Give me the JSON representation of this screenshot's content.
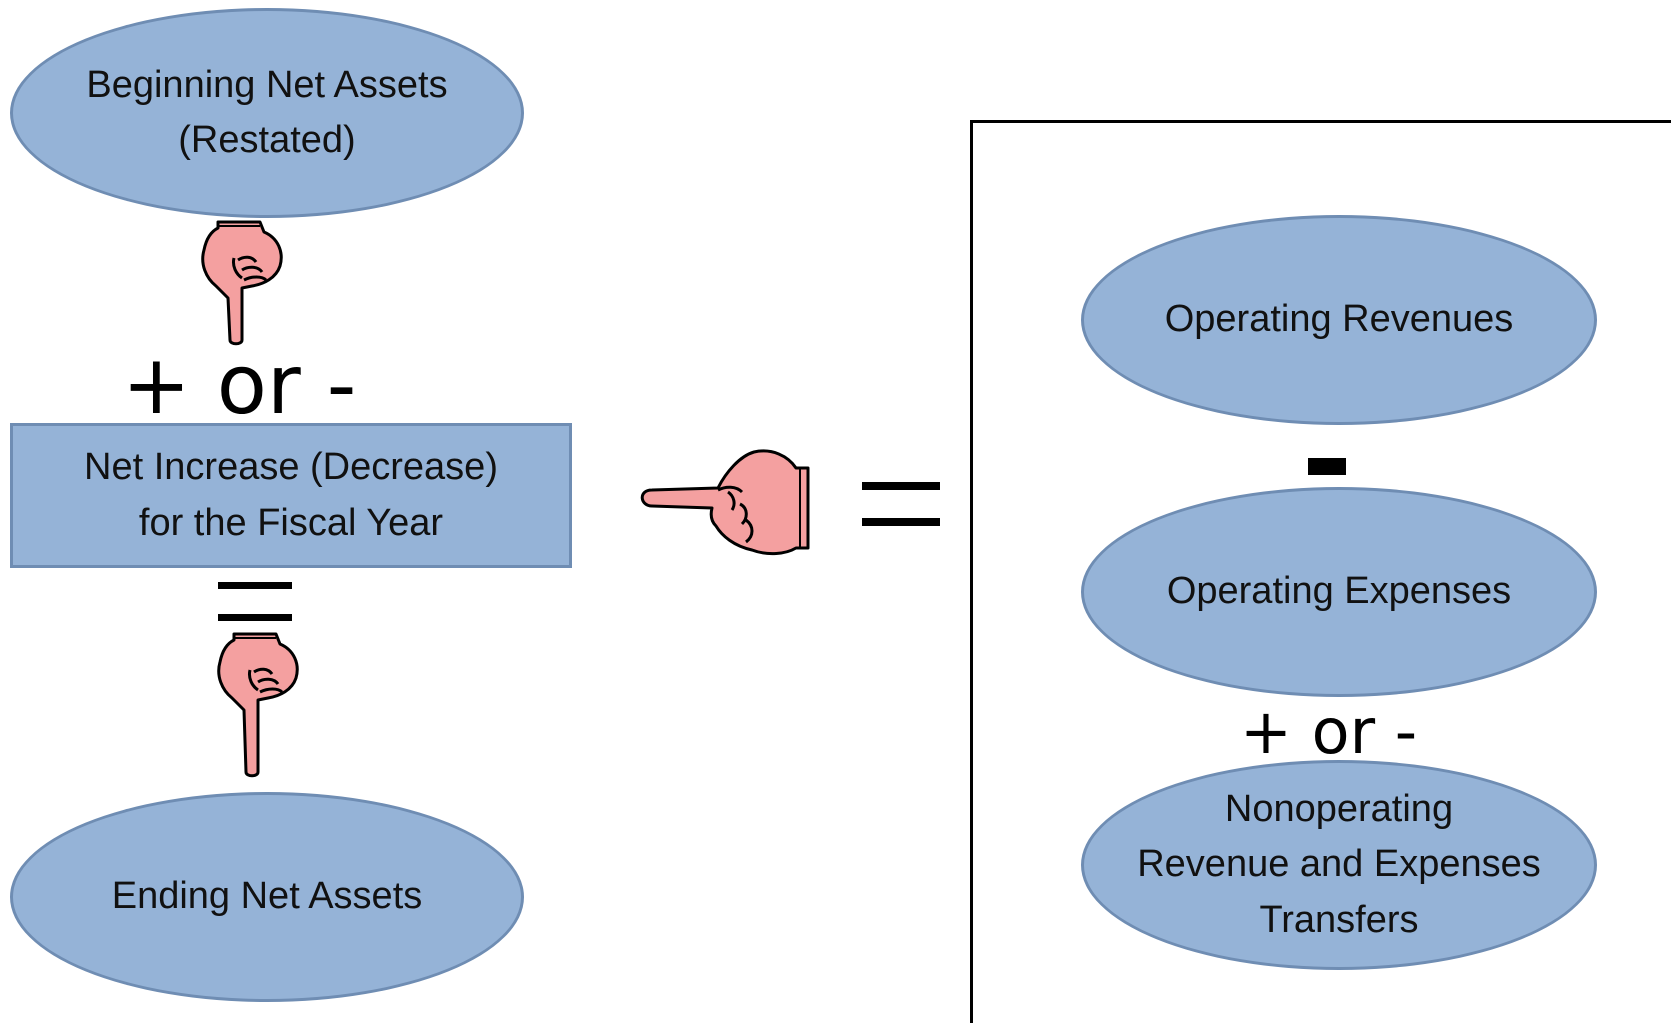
{
  "left_column": {
    "beginning": "Beginning Net Assets\n(Restated)",
    "operator_1": "+ or -",
    "net_change": "Net Increase (Decrease)\nfor the Fiscal Year",
    "ending": "Ending Net Assets"
  },
  "right_panel": {
    "operating_revenues": "Operating Revenues",
    "operating_expenses": "Operating Expenses",
    "operator_2": "+ or -",
    "nonoperating": "Nonoperating\nRevenue and Expenses\nTransfers"
  },
  "icons": [
    "pointing-down-hand-icon",
    "pointing-left-hand-icon"
  ],
  "colors": {
    "shape_fill": "#95b3d7",
    "shape_border": "#6f8db3",
    "hand_fill": "#f4a0a0"
  }
}
